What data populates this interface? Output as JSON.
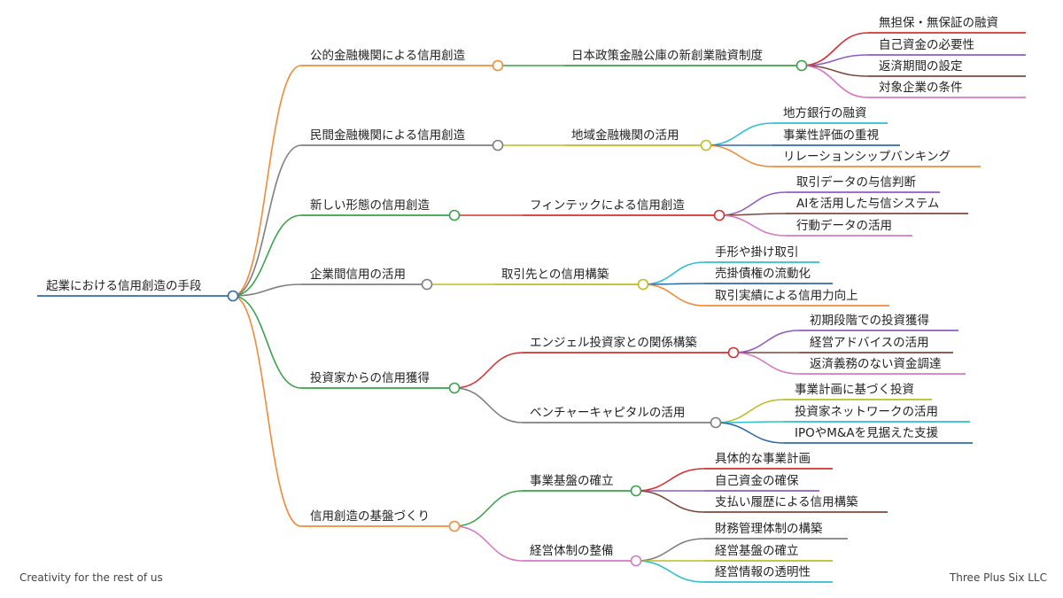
{
  "root": {
    "label": "起業における信用創造の手段",
    "color": "#2e6ba8"
  },
  "branches": [
    {
      "label": "公的金融機関による信用創造",
      "color": "#f08b3a",
      "children": [
        {
          "label": "日本政策金融公庫の新創業融資制度",
          "color": "#3aa14a",
          "children": [
            {
              "label": "無担保・無保証の融資",
              "color": "#d63031"
            },
            {
              "label": "自己資金の必要性",
              "color": "#8e5cc4"
            },
            {
              "label": "返済期間の設定",
              "color": "#7b4a3a"
            },
            {
              "label": "対象企業の条件",
              "color": "#d678c4"
            }
          ]
        }
      ]
    },
    {
      "label": "民間金融機関による信用創造",
      "color": "#7f7f7f",
      "children": [
        {
          "label": "地域金融機関の活用",
          "color": "#bcbd22",
          "children": [
            {
              "label": "地方銀行の融資",
              "color": "#2fbfd0"
            },
            {
              "label": "事業性評価の重視",
              "color": "#2e6ba8"
            },
            {
              "label": "リレーションシップバンキング",
              "color": "#f08b3a"
            }
          ]
        }
      ]
    },
    {
      "label": "新しい形態の信用創造",
      "color": "#3aa14a",
      "children": [
        {
          "label": "フィンテックによる信用創造",
          "color": "#d63031",
          "children": [
            {
              "label": "取引データの与信判断",
              "color": "#8e5cc4"
            },
            {
              "label": "AIを活用した与信システム",
              "color": "#7b4a3a"
            },
            {
              "label": "行動データの活用",
              "color": "#d678c4"
            }
          ]
        }
      ]
    },
    {
      "label": "企業間信用の活用",
      "color": "#7f7f7f",
      "children": [
        {
          "label": "取引先との信用構築",
          "color": "#bcbd22",
          "children": [
            {
              "label": "手形や掛け取引",
              "color": "#2fbfd0"
            },
            {
              "label": "売掛債権の流動化",
              "color": "#2e6ba8"
            },
            {
              "label": "取引実績による信用力向上",
              "color": "#f08b3a"
            }
          ]
        }
      ]
    },
    {
      "label": "投資家からの信用獲得",
      "color": "#3aa14a",
      "children": [
        {
          "label": "エンジェル投資家との関係構築",
          "color": "#d63031",
          "children": [
            {
              "label": "初期段階での投資獲得",
              "color": "#8e5cc4"
            },
            {
              "label": "経営アドバイスの活用",
              "color": "#7b4a3a"
            },
            {
              "label": "返済義務のない資金調達",
              "color": "#d678c4"
            }
          ]
        },
        {
          "label": "ベンチャーキャピタルの活用",
          "color": "#7f7f7f",
          "children": [
            {
              "label": "事業計画に基づく投資",
              "color": "#bcbd22"
            },
            {
              "label": "投資家ネットワークの活用",
              "color": "#2fbfd0"
            },
            {
              "label": "IPOやM&Aを見据えた支援",
              "color": "#2e6ba8"
            }
          ]
        }
      ]
    },
    {
      "label": "信用創造の基盤づくり",
      "color": "#f08b3a",
      "children": [
        {
          "label": "事業基盤の確立",
          "color": "#3aa14a",
          "children": [
            {
              "label": "具体的な事業計画",
              "color": "#d63031"
            },
            {
              "label": "自己資金の確保",
              "color": "#8e5cc4"
            },
            {
              "label": "支払い履歴による信用構築",
              "color": "#7b4a3a"
            }
          ]
        },
        {
          "label": "経営体制の整備",
          "color": "#d678c4",
          "children": [
            {
              "label": "財務管理体制の構築",
              "color": "#7f7f7f"
            },
            {
              "label": "経営基盤の確立",
              "color": "#bcbd22"
            },
            {
              "label": "経営情報の透明性",
              "color": "#2fbfd0"
            }
          ]
        }
      ]
    }
  ],
  "footer": {
    "left": "Creativity for the rest of us",
    "right": "Three Plus Six LLC"
  }
}
